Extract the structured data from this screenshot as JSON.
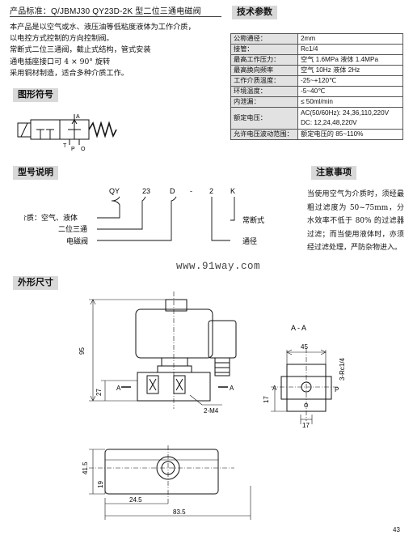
{
  "header": {
    "standard": "产品标准：Q/JBMJ30  QY23D-2K 型二位三通电磁阀"
  },
  "sections": {
    "tech": "技术参数",
    "symbol": "图形符号",
    "model": "型号说明",
    "notes_title": "注意事项",
    "dims": "外形尺寸"
  },
  "intro": [
    "本产品是以空气或水、液压油等低粘度液体为工作介质，",
    "以电控方式控制的方向控制阀。",
    "常断式二位三通阀，截止式结构，管式安装",
    "通电插座接口可 4 × 90° 旋转",
    "采用铜材制造，适合多种介质工作。"
  ],
  "specs": [
    {
      "k": "公称通径：",
      "v": "2mm"
    },
    {
      "k": "接管：",
      "v": "Rc1/4"
    },
    {
      "k": "最高工作压力：",
      "v": "空气 1.6MPa  液体 1.4MPa"
    },
    {
      "k": "最高换向频率",
      "v": "空气 10Hz  液体 2Hz"
    },
    {
      "k": "工作介质温度：",
      "v": "-25~+120℃"
    },
    {
      "k": "环境温度：",
      "v": "-5~40℃"
    },
    {
      "k": "内泄漏：",
      "v": "≤ 50ml/min"
    },
    {
      "k": "额定电压：",
      "v": "AC(50/60Hz): 24,36,110,220V",
      "v2": "DC: 12,24,48,220V"
    },
    {
      "k": "允许电压波动范围：",
      "v": "额定电压的 85~110%"
    }
  ],
  "symbol_ports": {
    "a": "A",
    "t": "T",
    "p": "P",
    "o": "O"
  },
  "model": {
    "code": {
      "qy": "QY",
      "n23": "23",
      "d": "D",
      "dash": "-",
      "n2": "2",
      "k": "K"
    },
    "labels": {
      "media": "适用介质：空气、液体",
      "pos": "二位三通",
      "solenoid": "电磁阀",
      "nc": "常断式",
      "bore": "通径"
    }
  },
  "notes": "当使用空气为介质时，须经最粗过滤度为 50~75mm，分水效率不低于 80% 的过滤器过滤；而当使用液体时，亦须经过滤处理，严防杂物进入。",
  "watermark": "www.91way.com",
  "drawing": {
    "aa": "A - A",
    "d95": "95",
    "d27": "27",
    "a1": "A",
    "a2": "A",
    "m4": "2-M4",
    "d45": "45",
    "rc": "3-Rc1/4",
    "d17": "17",
    "d17b": "17",
    "pa": "A",
    "pp": "P",
    "po": "O",
    "d415": "41.5",
    "d19": "19",
    "d245": "24.5",
    "d835": "83.5"
  },
  "page_number": "43"
}
